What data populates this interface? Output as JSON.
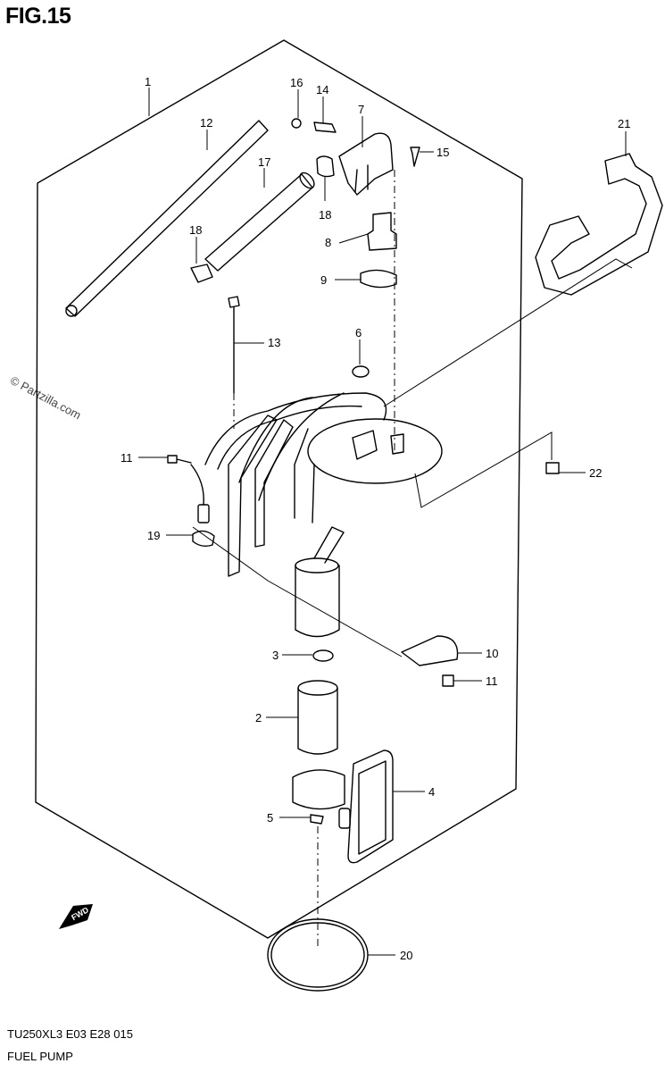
{
  "figure": {
    "title": "FIG.15",
    "model_code": "TU250XL3  E03  E28  015",
    "name": "FUEL PUMP"
  },
  "watermark": "© Partzilla.com",
  "fwd_label": "FWD",
  "callouts": [
    "1",
    "2",
    "3",
    "4",
    "5",
    "6",
    "7",
    "8",
    "9",
    "10",
    "11",
    "11",
    "12",
    "13",
    "14",
    "15",
    "16",
    "17",
    "18",
    "18",
    "19",
    "20",
    "21",
    "22"
  ]
}
